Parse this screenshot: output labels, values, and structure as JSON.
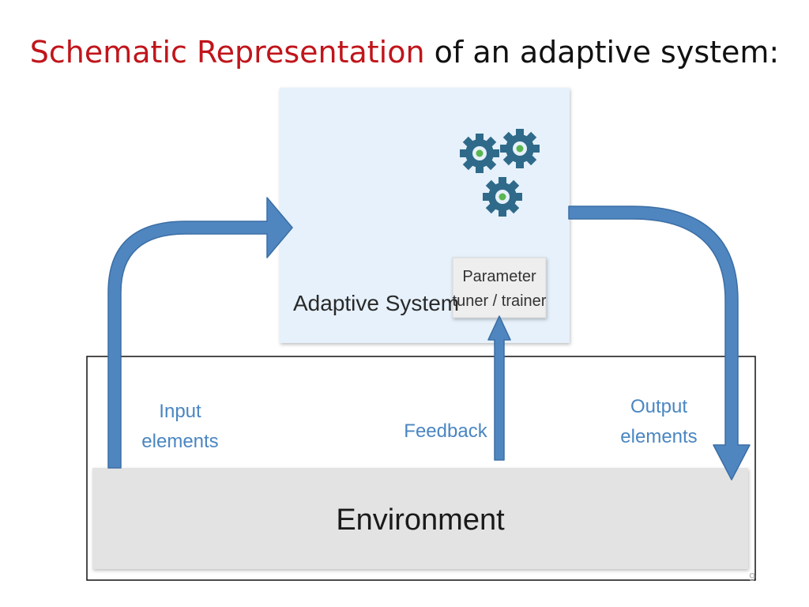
{
  "title": {
    "highlight": "Schematic Representation",
    "rest": " of an adaptive system:"
  },
  "diagram": {
    "system_label": "Adaptive System",
    "tuner_label": [
      "Parameter",
      "tuner / trainer"
    ],
    "input_label": [
      "Input",
      "elements"
    ],
    "feedback_label": "Feedback",
    "output_label": [
      "Output",
      "elements"
    ],
    "environment_label": "Environment",
    "icon": "gears-icon"
  },
  "colors": {
    "title_accent": "#c0151b",
    "arrow": "#4f86c0",
    "arrow_stroke": "#3b6ea5",
    "system_box": "#e6f1fb",
    "tuner_box": "#eeeeee",
    "environment_box": "#e3e3e3",
    "gear": "#2f6a8a",
    "gear_center": "#5ab651",
    "label_blue": "#4a86c2"
  },
  "page_number": "9"
}
